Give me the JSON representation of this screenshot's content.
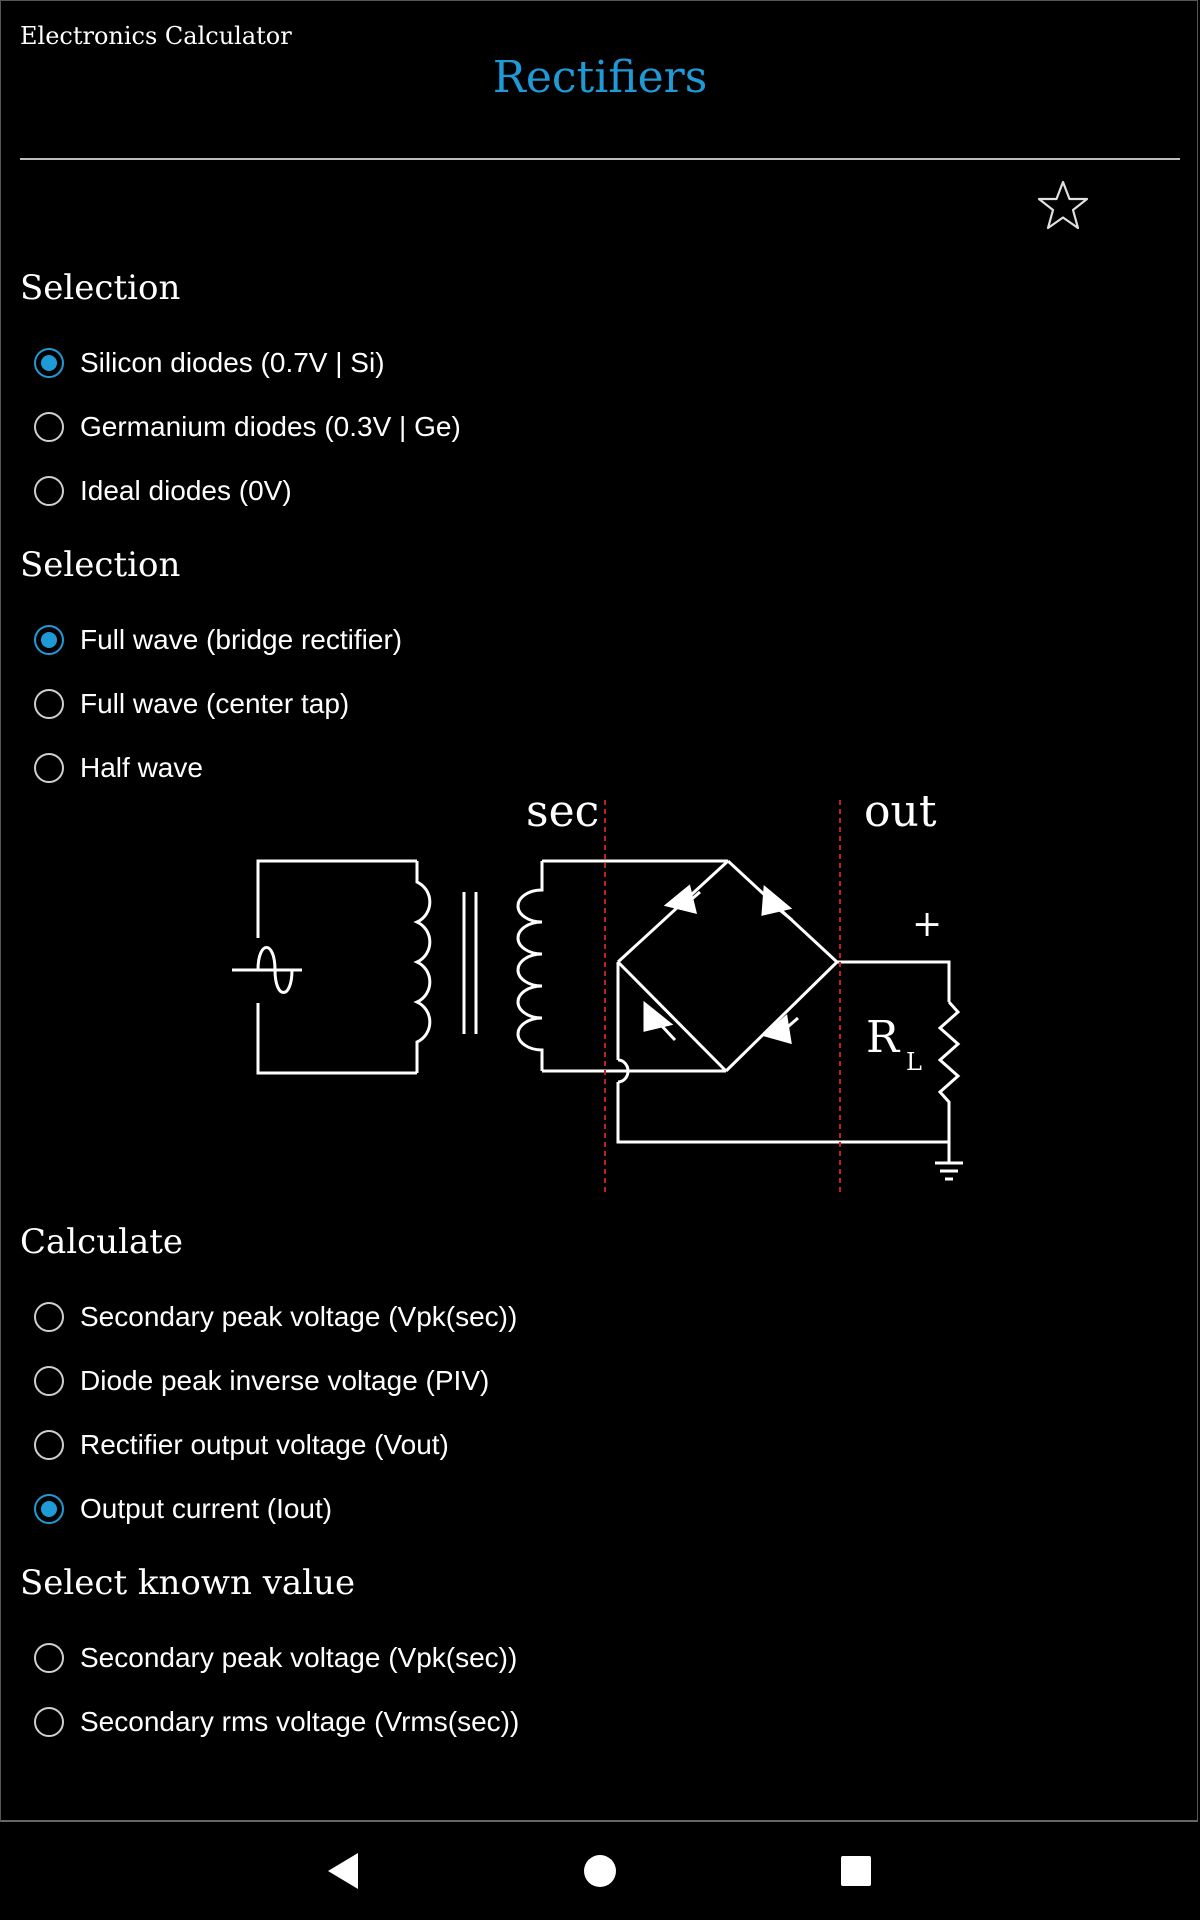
{
  "app": {
    "name": "Electronics Calculator",
    "title": "Rectifiers"
  },
  "favorite": {
    "icon": "star-outline-icon"
  },
  "sections": [
    {
      "title": "Selection",
      "options": [
        {
          "label": "Silicon diodes (0.7V | Si)",
          "checked": true
        },
        {
          "label": "Germanium diodes (0.3V | Ge)",
          "checked": false
        },
        {
          "label": "Ideal diodes (0V)",
          "checked": false
        }
      ]
    },
    {
      "title": "Selection",
      "options": [
        {
          "label": "Full wave (bridge rectifier)",
          "checked": true
        },
        {
          "label": "Full wave (center tap)",
          "checked": false
        },
        {
          "label": "Half wave",
          "checked": false
        }
      ]
    },
    {
      "title": "Calculate",
      "options": [
        {
          "label": "Secondary peak voltage (Vpk(sec))",
          "checked": false
        },
        {
          "label": "Diode peak inverse voltage (PIV)",
          "checked": false
        },
        {
          "label": "Rectifier output voltage (Vout)",
          "checked": false
        },
        {
          "label": "Output current (Iout)",
          "checked": true
        }
      ]
    },
    {
      "title": "Select known value",
      "options": [
        {
          "label": "Secondary peak voltage (Vpk(sec))",
          "checked": false
        },
        {
          "label": "Secondary rms voltage (Vrms(sec))",
          "checked": false
        }
      ]
    }
  ],
  "diagram": {
    "sec_label": "sec",
    "out_label": "out",
    "plus_label": "+",
    "load_label": "R",
    "load_sub": "L"
  },
  "nav": {
    "back": "back-icon",
    "home": "home-icon",
    "recents": "recents-icon"
  }
}
